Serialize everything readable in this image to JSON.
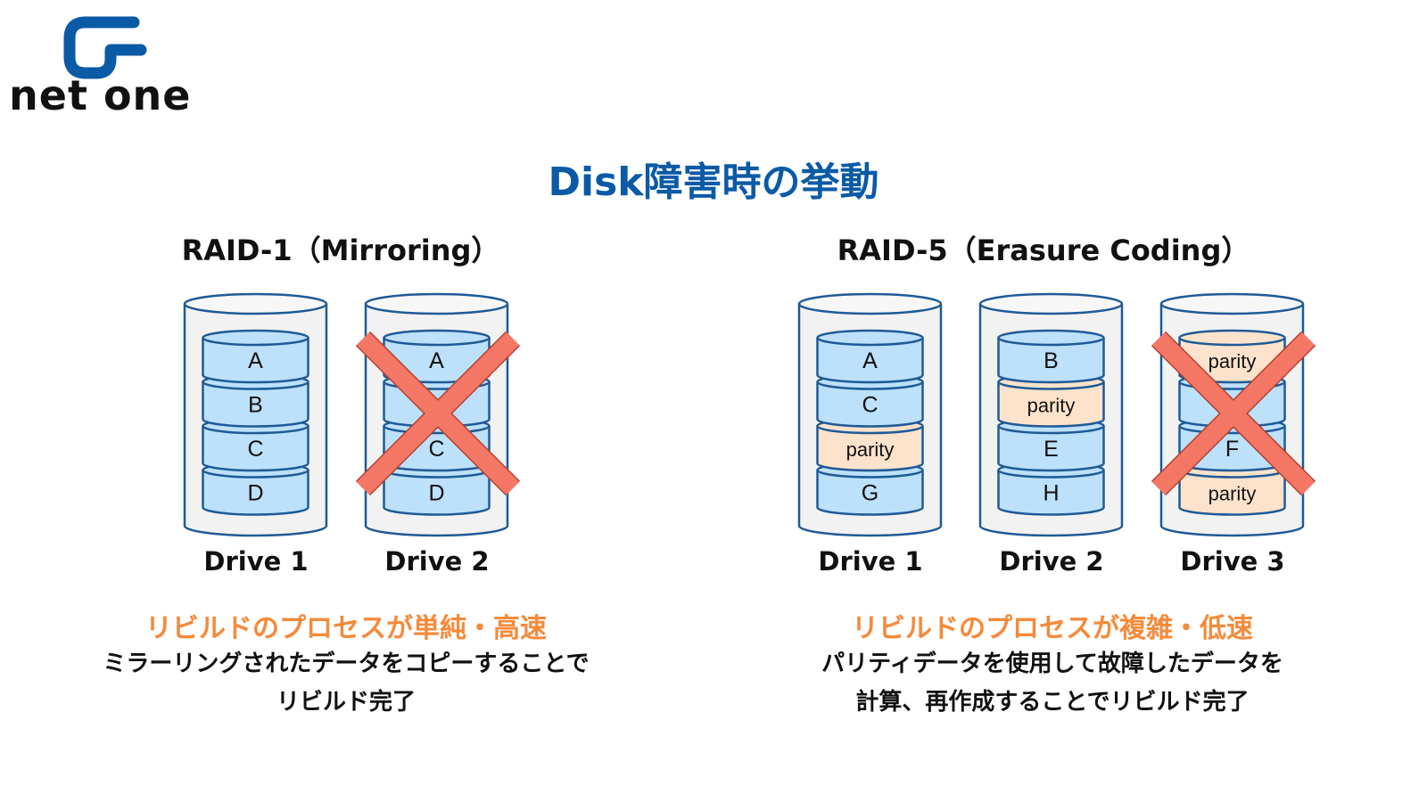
{
  "logo": {
    "text": "net one",
    "color": "#0b5aa6"
  },
  "title": "Disk障害時の挙動",
  "colors": {
    "title": "#0b5aa6",
    "accent_orange": "#f58a3a",
    "data_block": "#bde0fb",
    "parity_block": "#fde3cc",
    "drive_outline": "#1f5a96",
    "failure_x": "#f57766"
  },
  "raid1": {
    "heading": "RAID-1（Mirroring）",
    "drives": [
      {
        "label": "Drive 1",
        "failed": false,
        "blocks": [
          {
            "text": "A",
            "type": "data"
          },
          {
            "text": "B",
            "type": "data"
          },
          {
            "text": "C",
            "type": "data"
          },
          {
            "text": "D",
            "type": "data"
          }
        ]
      },
      {
        "label": "Drive 2",
        "failed": true,
        "blocks": [
          {
            "text": "A",
            "type": "data"
          },
          {
            "text": "",
            "type": "data"
          },
          {
            "text": "C",
            "type": "data"
          },
          {
            "text": "D",
            "type": "data"
          }
        ]
      }
    ],
    "summary": "リビルドのプロセスが単純・高速",
    "description": [
      "ミラーリングされたデータをコピーすることで",
      "リビルド完了"
    ]
  },
  "raid5": {
    "heading": "RAID-5（Erasure Coding）",
    "drives": [
      {
        "label": "Drive 1",
        "failed": false,
        "blocks": [
          {
            "text": "A",
            "type": "data"
          },
          {
            "text": "C",
            "type": "data"
          },
          {
            "text": "parity",
            "type": "parity"
          },
          {
            "text": "G",
            "type": "data"
          }
        ]
      },
      {
        "label": "Drive 2",
        "failed": false,
        "blocks": [
          {
            "text": "B",
            "type": "data"
          },
          {
            "text": "parity",
            "type": "parity"
          },
          {
            "text": "E",
            "type": "data"
          },
          {
            "text": "H",
            "type": "data"
          }
        ]
      },
      {
        "label": "Drive 3",
        "failed": true,
        "blocks": [
          {
            "text": "parity",
            "type": "parity"
          },
          {
            "text": "",
            "type": "data"
          },
          {
            "text": "F",
            "type": "data"
          },
          {
            "text": "parity",
            "type": "parity"
          }
        ]
      }
    ],
    "summary": "リビルドのプロセスが複雑・低速",
    "description": [
      "パリティデータを使用して故障したデータを",
      "計算、再作成することでリビルド完了"
    ]
  }
}
